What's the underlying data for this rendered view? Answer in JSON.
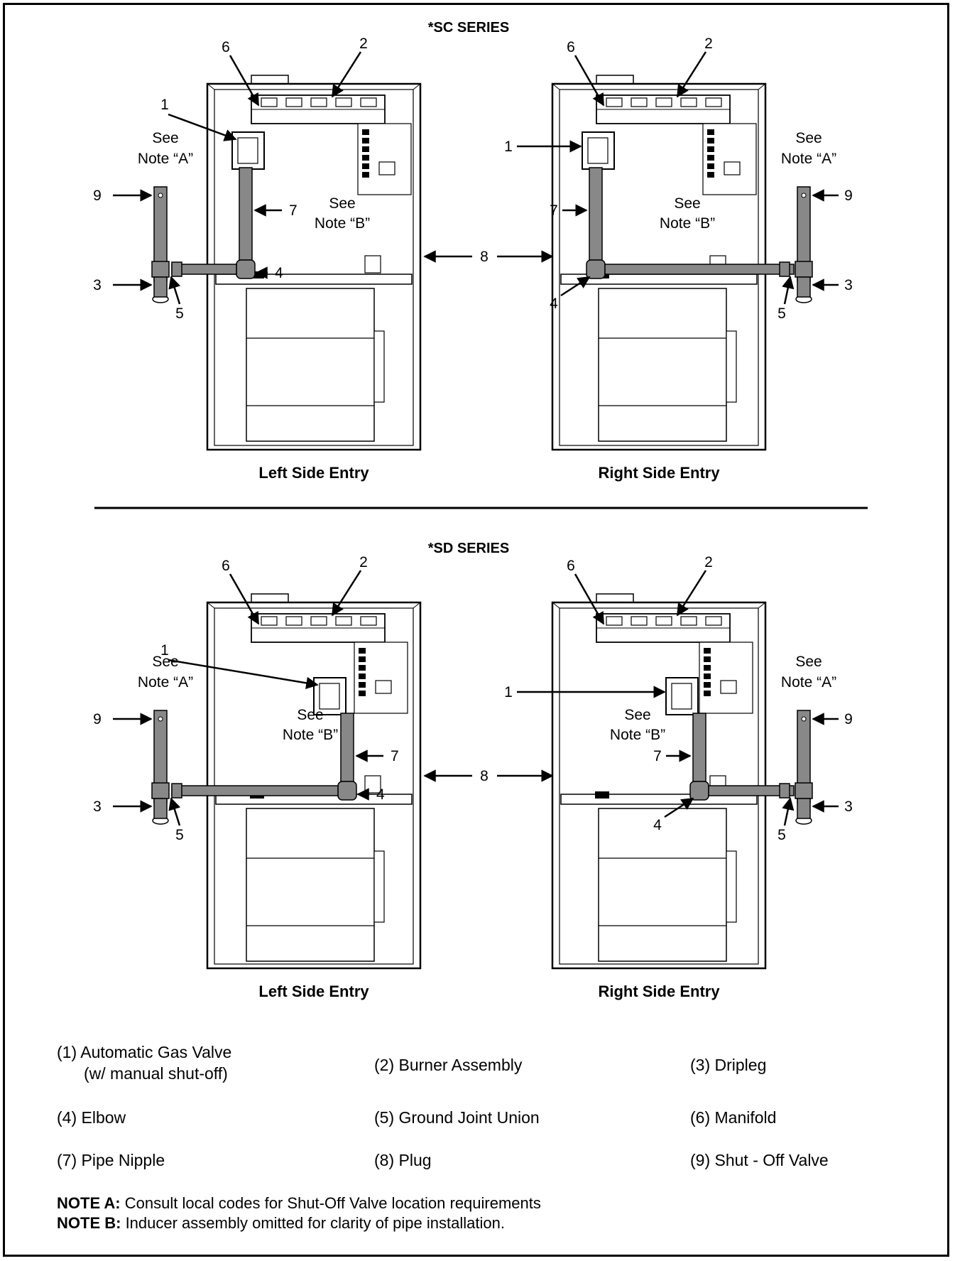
{
  "sections": [
    {
      "title": "*SC SERIES",
      "panels": [
        {
          "caption": "Left Side Entry",
          "callouts": {
            "c1": "1",
            "c2": "2",
            "c3": "3",
            "c4": "4",
            "c5": "5",
            "c6": "6",
            "c7": "7",
            "c9": "9"
          },
          "noteA": [
            "See",
            "Note “A”"
          ],
          "noteB": [
            "See",
            "Note “B”"
          ]
        },
        {
          "caption": "Right Side Entry",
          "callouts": {
            "c1": "1",
            "c2": "2",
            "c3": "3",
            "c4": "4",
            "c5": "5",
            "c6": "6",
            "c7": "7",
            "c9": "9"
          },
          "noteA": [
            "See",
            "Note “A”"
          ],
          "noteB": [
            "See",
            "Note “B”"
          ]
        }
      ],
      "plug_callout": "8"
    },
    {
      "title": "*SD SERIES",
      "panels": [
        {
          "caption": "Left Side Entry",
          "callouts": {
            "c1": "1",
            "c2": "2",
            "c3": "3",
            "c4": "4",
            "c5": "5",
            "c6": "6",
            "c7": "7",
            "c9": "9"
          },
          "noteA": [
            "See",
            "Note “A”"
          ],
          "noteB": [
            "See",
            "Note “B”"
          ]
        },
        {
          "caption": "Right Side Entry",
          "callouts": {
            "c1": "1",
            "c2": "2",
            "c3": "3",
            "c4": "4",
            "c5": "5",
            "c6": "6",
            "c7": "7",
            "c9": "9"
          },
          "noteA": [
            "See",
            "Note “A”"
          ],
          "noteB": [
            "See",
            "Note “B”"
          ]
        }
      ],
      "plug_callout": "8"
    }
  ],
  "legend": [
    {
      "line1": "(1) Automatic Gas Valve",
      "line2": "(w/ manual shut-off)"
    },
    {
      "line1": "(2) Burner Assembly"
    },
    {
      "line1": "(3) Dripleg"
    },
    {
      "line1": "(4) Elbow"
    },
    {
      "line1": "(5) Ground Joint Union"
    },
    {
      "line1": "(6) Manifold"
    },
    {
      "line1": "(7) Pipe Nipple"
    },
    {
      "line1": "(8) Plug"
    },
    {
      "line1": "(9) Shut - Off Valve"
    }
  ],
  "notes": [
    {
      "label": "NOTE A:",
      "text": " Consult local codes for Shut-Off Valve location requirements"
    },
    {
      "label": "NOTE B:",
      "text": " Inducer assembly omitted for clarity of pipe installation."
    }
  ]
}
